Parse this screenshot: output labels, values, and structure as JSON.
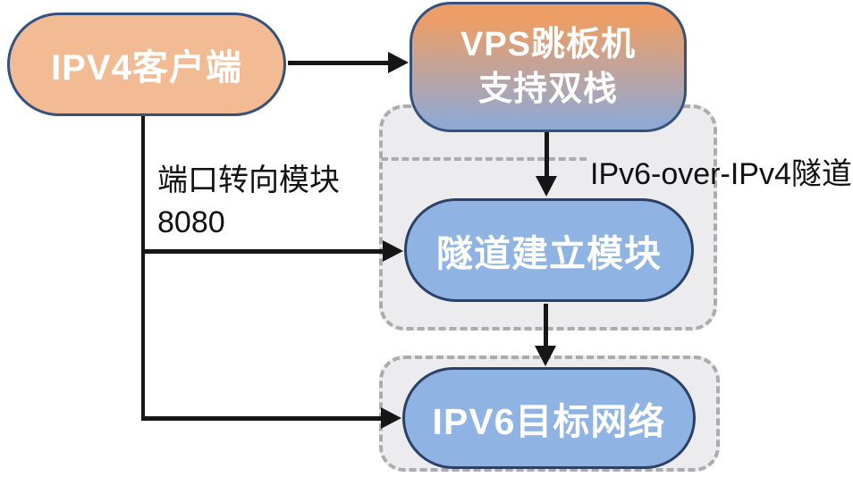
{
  "diagram": {
    "nodes": {
      "ipv4_client": {
        "label": "IPV4客户端"
      },
      "vps": {
        "label_line1": "VPS跳板机",
        "label_line2": "支持双栈"
      },
      "tunnel_module": {
        "label": "隧道建立模块"
      },
      "ipv6_network": {
        "label": "IPV6目标网络"
      }
    },
    "labels": {
      "tunnel_caption": "IPv6-over-IPv4隧道",
      "port_forward_line1": "端口转向模块",
      "port_forward_line2": "8080"
    },
    "edges": [
      {
        "from": "ipv4_client",
        "to": "vps",
        "direction": "right"
      },
      {
        "from": "vps",
        "to": "tunnel_module",
        "direction": "down"
      },
      {
        "from": "tunnel_module",
        "to": "ipv6_network",
        "direction": "down"
      },
      {
        "from": "ipv4_client",
        "to": "tunnel_module",
        "direction": "down-right",
        "label": "端口转向模块 8080"
      },
      {
        "from": "ipv4_client",
        "to": "ipv6_network",
        "direction": "down-right"
      }
    ],
    "colors": {
      "client_fill": "#f3bb93",
      "vps_gradient_top": "#ed9e66",
      "vps_gradient_bottom": "#92a9d2",
      "blue_fill": "#8fb3e2",
      "warm_node_border": "#35517e",
      "blue_node_border": "#2c4166",
      "dashed_fill": "#ececee",
      "dashed_border": "#aaacb0",
      "arrow_color": "#161616",
      "label_color": "#111111",
      "node_text_color": "#ffffff",
      "background": "#ffffff"
    }
  }
}
